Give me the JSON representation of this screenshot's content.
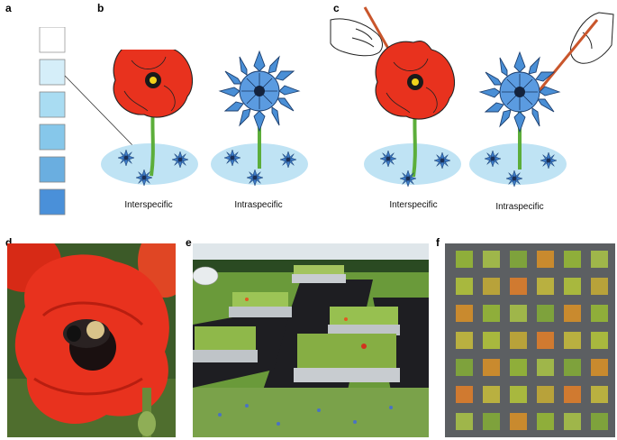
{
  "panels": {
    "a": {
      "letter": "a"
    },
    "b": {
      "letter": "b",
      "left_caption": "Interspecific",
      "right_caption": "Intraspecific"
    },
    "c": {
      "letter": "c",
      "left_caption": "Interspecific",
      "right_caption": "Intraspecific"
    },
    "d": {
      "letter": "d"
    },
    "e": {
      "letter": "e"
    },
    "f": {
      "letter": "f"
    }
  },
  "colors": {
    "poppy_red": "#e8321e",
    "cornflower_blue": "#4a8fd6",
    "ellipse_blue": "#bfe3f4",
    "stem_green": "#5cae3a",
    "swatches": [
      "#ffffff",
      "#d5eef9",
      "#a9dcf2",
      "#86c7ea",
      "#6aaee0",
      "#4a90d9"
    ]
  }
}
